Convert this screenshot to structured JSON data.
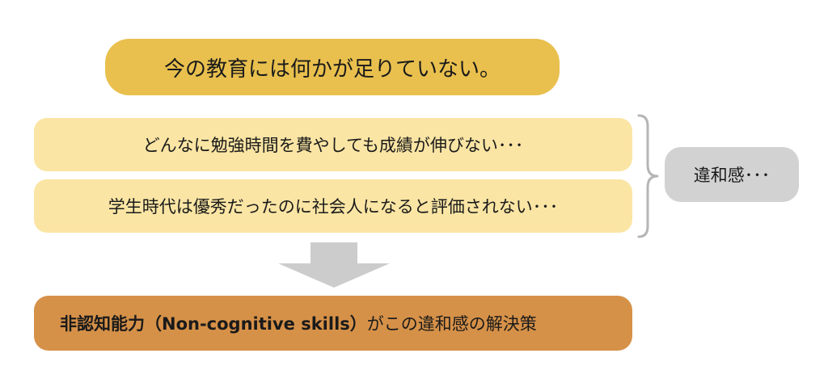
{
  "headline": "今の教育には何かが足りていない。",
  "issues": [
    "どんなに勉強時間を費やしても成績が伸びない･･･",
    "学生時代は優秀だったのに社会人になると評価されない･･･"
  ],
  "feeling_label": "違和感･･･",
  "solution": {
    "emphasis": "非認知能力（Non-cognitive skills）",
    "rest": "がこの違和感の解決策"
  },
  "colors": {
    "headline_bg": "#e9c04e",
    "issue_bg": "#fae5a4",
    "feeling_bg": "#d2d2d2",
    "solution_bg": "#d69148",
    "arrow": "#cccccc",
    "bracket": "#b5b5b5"
  }
}
